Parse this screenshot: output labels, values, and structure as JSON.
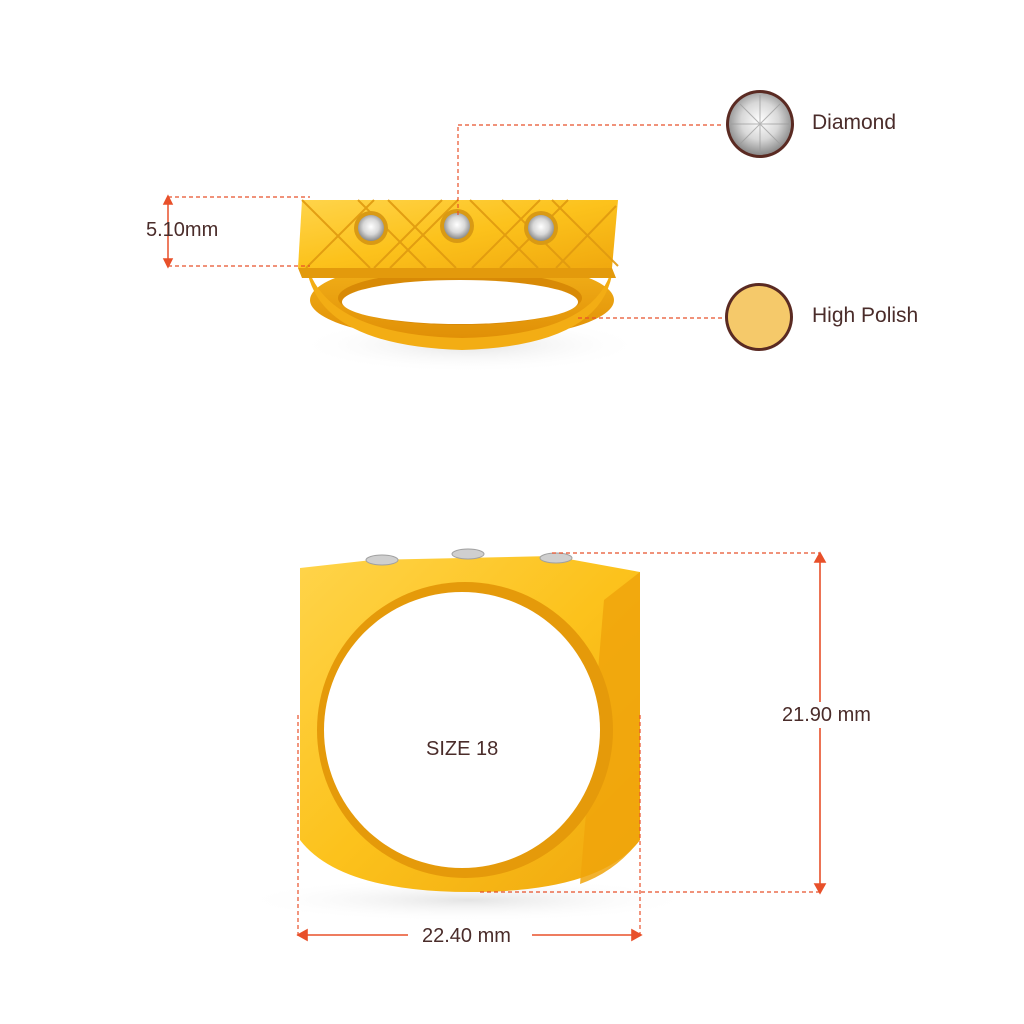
{
  "legend": {
    "items": [
      {
        "label": "Diamond",
        "icon": "diamond-swatch-icon"
      },
      {
        "label": "High Polish",
        "icon": "gold-swatch-icon"
      }
    ]
  },
  "dimensions": {
    "band_height": "5.10mm",
    "ring_height": "21.90 mm",
    "ring_width": "22.40 mm",
    "size": "SIZE 18"
  },
  "colors": {
    "gold": "#fcc21c",
    "gold_dark": "#e59a0a",
    "gold_light": "#ffd75a",
    "leader_line": "#e8502a",
    "text": "#4a2c2a",
    "swatch_border": "#5a2a22",
    "swatch_fill": "#f5c96a"
  }
}
